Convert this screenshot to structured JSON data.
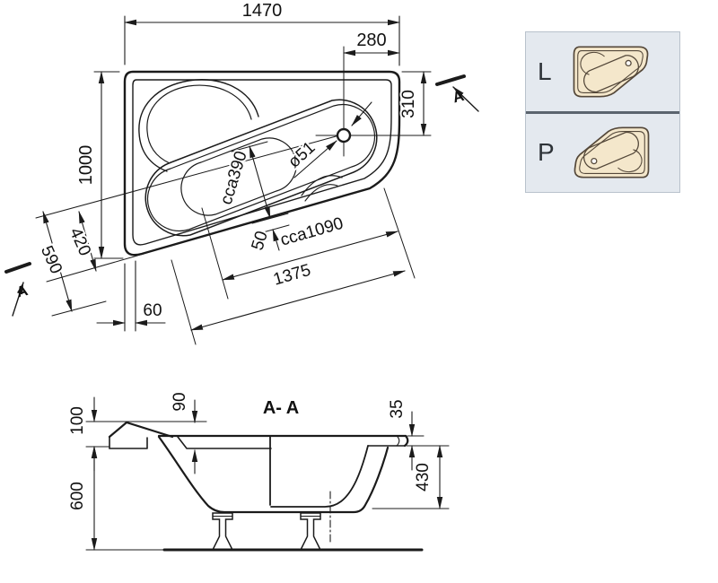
{
  "plan": {
    "dims": {
      "overall_width": "1470",
      "drain_offset": "280",
      "drain_depth": "310",
      "overall_depth": "1000",
      "diag_outer": "590",
      "diag_inner": "420",
      "corner_offset": "60",
      "basin_width": "cca390",
      "seat_gap": "50",
      "drain_diameter": "ø51",
      "basin_length": "cca1090",
      "diag_length": "1375"
    },
    "section_marker": "A"
  },
  "section": {
    "title": "A- A",
    "dims": {
      "rim_height": "100",
      "ledge_depth": "90",
      "rim_thickness": "35",
      "inner_depth": "430",
      "overall_height": "600"
    }
  },
  "legend": {
    "rows": [
      {
        "label": "L"
      },
      {
        "label": "P"
      }
    ]
  },
  "colors": {
    "line": "#1b1b1b",
    "legend_bg": "#e4e9ef",
    "legend_border": "#b9c2cc",
    "legend_divider": "#5b646e",
    "tub_fill": "#f4e7cb",
    "tub_outline": "#54483a"
  }
}
